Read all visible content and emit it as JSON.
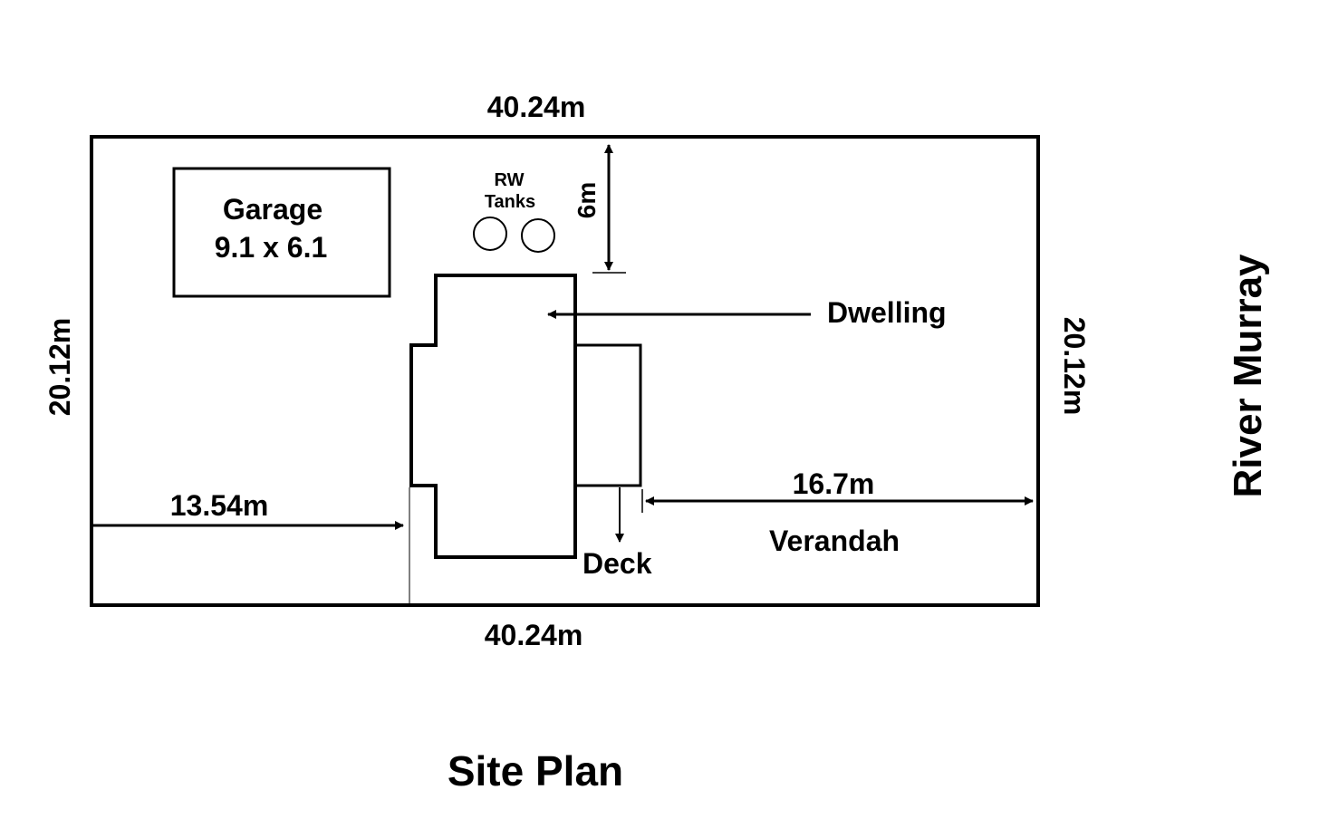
{
  "title": "Site Plan",
  "boundary": {
    "top_dimension": "40.24m",
    "bottom_dimension": "40.24m",
    "left_dimension": "20.12m",
    "right_dimension": "20.12m"
  },
  "river_label": "River Murray",
  "garage": {
    "name": "Garage",
    "size": "9.1 x 6.1"
  },
  "tanks": {
    "line1": "RW",
    "line2": "Tanks"
  },
  "setback_top": "6m",
  "dwelling_label": "Dwelling",
  "setback_left": "13.54m",
  "setback_right": "16.7m",
  "deck_label": "Deck",
  "verandah_label": "Verandah",
  "colors": {
    "line": "#000000",
    "background": "#ffffff"
  }
}
